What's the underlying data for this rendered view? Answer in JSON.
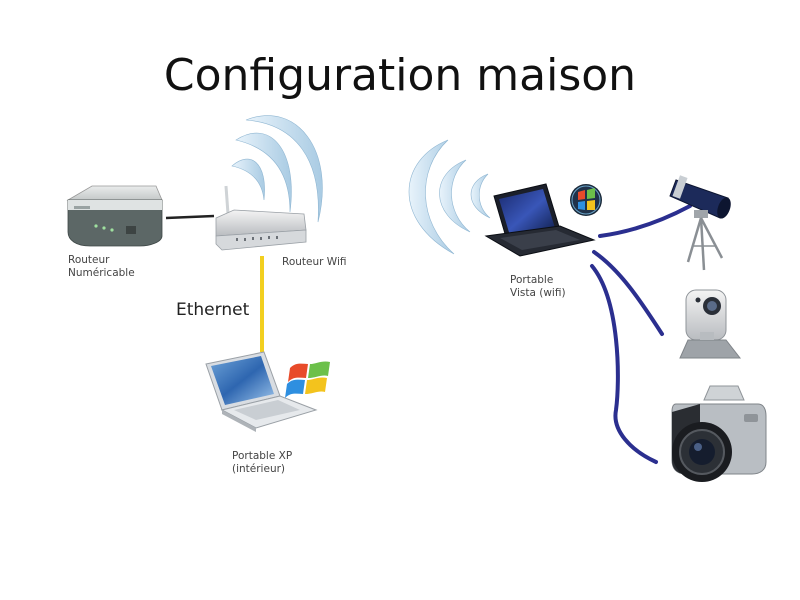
{
  "title": "Configuration maison",
  "links": {
    "ethernet_label": "Ethernet"
  },
  "devices": {
    "modem": {
      "line1": "Routeur",
      "line2": "Numéricable",
      "icon": "modem-icon"
    },
    "router": {
      "line1": "Routeur Wifi",
      "icon": "wifi-router-icon"
    },
    "laptop_vista": {
      "line1": "Portable",
      "line2": "Vista (wifi)",
      "icon": "laptop-icon"
    },
    "laptop_xp": {
      "line1": "Portable XP",
      "line2": "(intérieur)",
      "icon": "laptop-icon"
    },
    "telescope": {
      "icon": "telescope-icon"
    },
    "webcam": {
      "icon": "webcam-icon"
    },
    "camera": {
      "icon": "camera-icon"
    }
  },
  "colors": {
    "ethernet": "#f2cf1f",
    "usb": "#2b2f8f",
    "wifi_waves": "#c6dff0",
    "wire": "#222222"
  }
}
